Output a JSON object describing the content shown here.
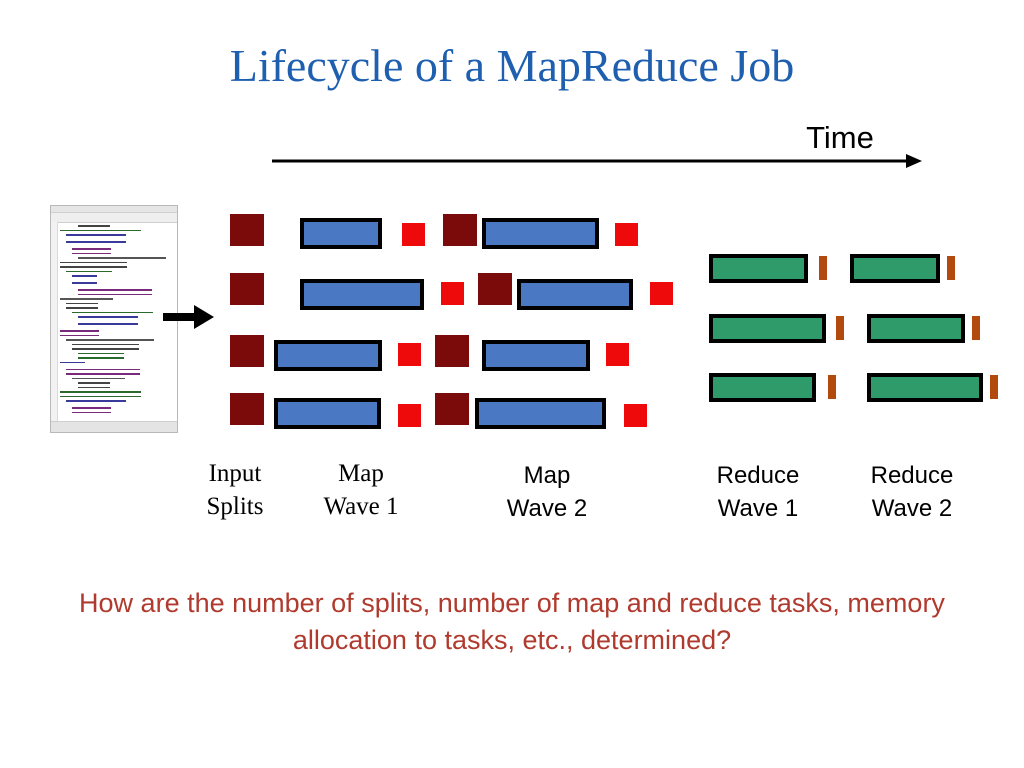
{
  "title": "Lifecycle of a MapReduce Job",
  "time_label": "Time",
  "labels": {
    "input_splits": [
      "Input",
      "Splits"
    ],
    "map_wave_1": [
      "Map",
      "Wave 1"
    ],
    "map_wave_2": [
      "Map",
      "Wave 2"
    ],
    "reduce_wave_1": [
      "Reduce",
      "Wave 1"
    ],
    "reduce_wave_2": [
      "Reduce",
      "Wave 2"
    ]
  },
  "question": "How are the number of splits, number of map and reduce tasks, memory allocation to tasks, etc., determined?",
  "colors": {
    "title": "#1f5fb0",
    "question": "#b03a2e",
    "input_split": "#7b0a0a",
    "map_task": "#4a78c2",
    "map_output": "#ee0a0a",
    "reduce_task": "#2f9a6a",
    "reduce_output": "#b24a0e",
    "outline": "#000000"
  },
  "icons": {
    "code_window": "java-code-editor-thumbnail",
    "time_arrow": "arrow-right-icon",
    "input_arrow": "thick-arrow-right-icon"
  }
}
